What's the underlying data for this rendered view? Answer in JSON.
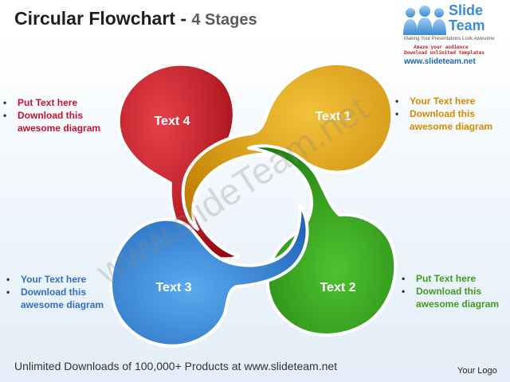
{
  "header": {
    "title_main": "Circular Flowchart - ",
    "title_sub": "4 Stages"
  },
  "logo": {
    "name_line1": "Slide",
    "name_line2": "Team",
    "tagline": "Making Your Presentations Look Awesome",
    "line1": "Amaze your audience",
    "line2": "Download unlimited templates",
    "url": "www.slideteam.net"
  },
  "stages": [
    {
      "label": "Text 1",
      "color": "#d99a0a"
    },
    {
      "label": "Text 2",
      "color": "#2e9a18"
    },
    {
      "label": "Text 3",
      "color": "#2d7fd0"
    },
    {
      "label": "Text 4",
      "color": "#c41420"
    }
  ],
  "notes": {
    "top_left": [
      "Put Text here",
      "Download this awesome diagram"
    ],
    "top_right": [
      "Your Text here",
      "Download this awesome diagram"
    ],
    "bottom_left": [
      "Your Text here",
      "Download this awesome diagram"
    ],
    "bottom_right": [
      "Put Text here",
      "Download this awesome diagram"
    ]
  },
  "watermark": "www.slideTeam.net",
  "footer": {
    "text": "Unlimited Downloads of 100,000+ Products at www.slideteam.net",
    "logo_placeholder": "Your Logo"
  }
}
